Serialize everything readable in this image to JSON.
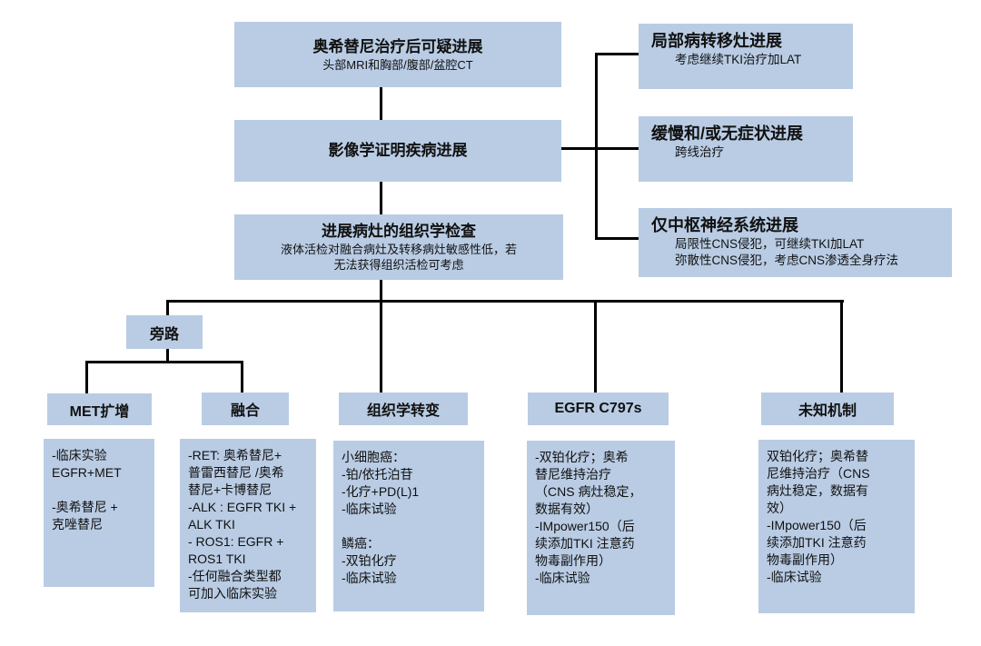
{
  "diagram": {
    "colors": {
      "box_fill": "#b9cce4",
      "line": "#000000",
      "text": "#111111",
      "background": "#ffffff"
    },
    "suspected_box": {
      "title": "奥希替尼治疗后可疑进展",
      "subtitle": "头部MRI和胸部/腹部/盆腔CT"
    },
    "imaging_box": {
      "title": "影像学证明疾病进展"
    },
    "histology_exam_box": {
      "title": "进展病灶的组织学检查",
      "note_lines": [
        "液体活检对融合病灶及转移病灶敏感性低，若",
        "无法获得组织活检可考虑"
      ]
    },
    "right_branches": [
      {
        "title": "局部病转移灶进展",
        "lines": [
          "考虑继续TKI治疗加LAT"
        ]
      },
      {
        "title": "缓慢和/或无症状进展",
        "lines": [
          "跨线治疗"
        ]
      },
      {
        "title": "仅中枢神经系统进展",
        "lines": [
          "局限性CNS侵犯，可继续TKI加LAT",
          "弥散性CNS侵犯，考虑CNS渗透全身疗法"
        ]
      }
    ],
    "bypass_box": {
      "label": "旁路"
    },
    "mechanism_boxes": [
      {
        "label": "MET扩增",
        "details": [
          "-临床实验",
          "EGFR+MET",
          "",
          "-奥希替尼 +",
          "克唑替尼"
        ]
      },
      {
        "label": "融合",
        "details": [
          "-RET: 奥希替尼+",
          "普雷西替尼 /奥希",
          "替尼+卡博替尼",
          "-ALK : EGFR TKI +",
          "ALK TKI",
          "- ROS1: EGFR +",
          "ROS1 TKI",
          "-任何融合类型都",
          "可加入临床实验"
        ]
      },
      {
        "label": "组织学转变",
        "details": [
          "小细胞癌：",
          "-铂/依托泊苷",
          "-化疗+PD(L)1",
          "-临床试验",
          "",
          "鳞癌：",
          "-双铂化疗",
          "-临床试验"
        ]
      },
      {
        "label": "EGFR C797s",
        "details": [
          "-双铂化疗；奥希",
          "替尼维持治疗",
          "（CNS 病灶稳定，",
          "数据有效）",
          "-IMpower150（后",
          "续添加TKI 注意药",
          "物毒副作用）",
          "-临床试验"
        ]
      },
      {
        "label": "未知机制",
        "details": [
          "双铂化疗；奥希替",
          "尼维持治疗（CNS",
          "病灶稳定，数据有",
          "效）",
          "-IMpower150（后",
          "续添加TKI 注意药",
          "物毒副作用）",
          "-临床试验"
        ]
      }
    ]
  }
}
